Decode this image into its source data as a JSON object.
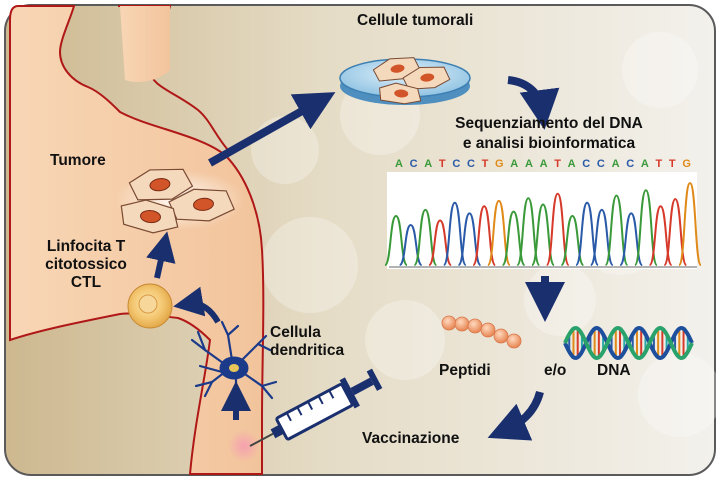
{
  "labels": {
    "cellule_tumorali": "Cellule tumorali",
    "sequenziamento_line1": "Sequenziamento del DNA",
    "sequenziamento_line2": "e analisi bioinformatica",
    "tumore": "Tumore",
    "linfocita_line1": "Linfocita T",
    "linfocita_line2": "citotossico",
    "linfocita_line3": "CTL",
    "cellula_line1": "Cellula",
    "cellula_line2": "dendritica",
    "peptidi": "Peptidi",
    "e_o": "e/o",
    "dna": "DNA",
    "vaccinazione": "Vaccinazione"
  },
  "sequence": [
    "A",
    "C",
    "A",
    "T",
    "C",
    "C",
    "T",
    "G",
    "A",
    "A",
    "A",
    "T",
    "A",
    "C",
    "C",
    "A",
    "C",
    "A",
    "T",
    "T",
    "G"
  ],
  "base_colors": {
    "A": "#3a9a3a",
    "C": "#2a5aa8",
    "T": "#d63a2a",
    "G": "#e08a1a"
  },
  "colors": {
    "arrow": "#1a2f6e",
    "body_outline": "#b01818",
    "border": "#5a5a5a"
  }
}
